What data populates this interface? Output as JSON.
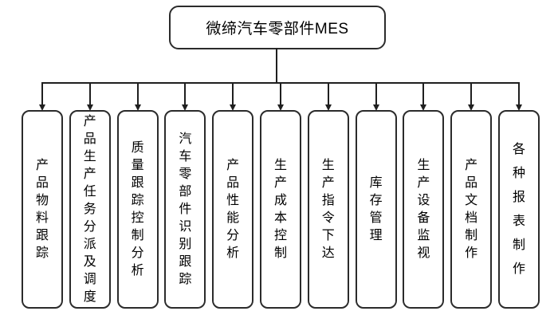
{
  "diagram": {
    "title": "微缔汽车零部件MES",
    "root": {
      "label": "微缔汽车零部件MES"
    },
    "children": [
      {
        "label": "产品物料跟踪"
      },
      {
        "label": "产品生产任务分派及调度"
      },
      {
        "label": "质量跟踪控制分析"
      },
      {
        "label": "汽车零部件识别跟踪"
      },
      {
        "label": "产品性能分析"
      },
      {
        "label": "生产成本控制"
      },
      {
        "label": "生产指令下达"
      },
      {
        "label": "库存管理"
      },
      {
        "label": "生产设备监视"
      },
      {
        "label": "产品文档制作"
      },
      {
        "label": "各种报表制作"
      }
    ],
    "colors": {
      "border": "#2b2b2b",
      "line": "#1f1f1f",
      "text": "#000000",
      "background": "#ffffff"
    }
  }
}
